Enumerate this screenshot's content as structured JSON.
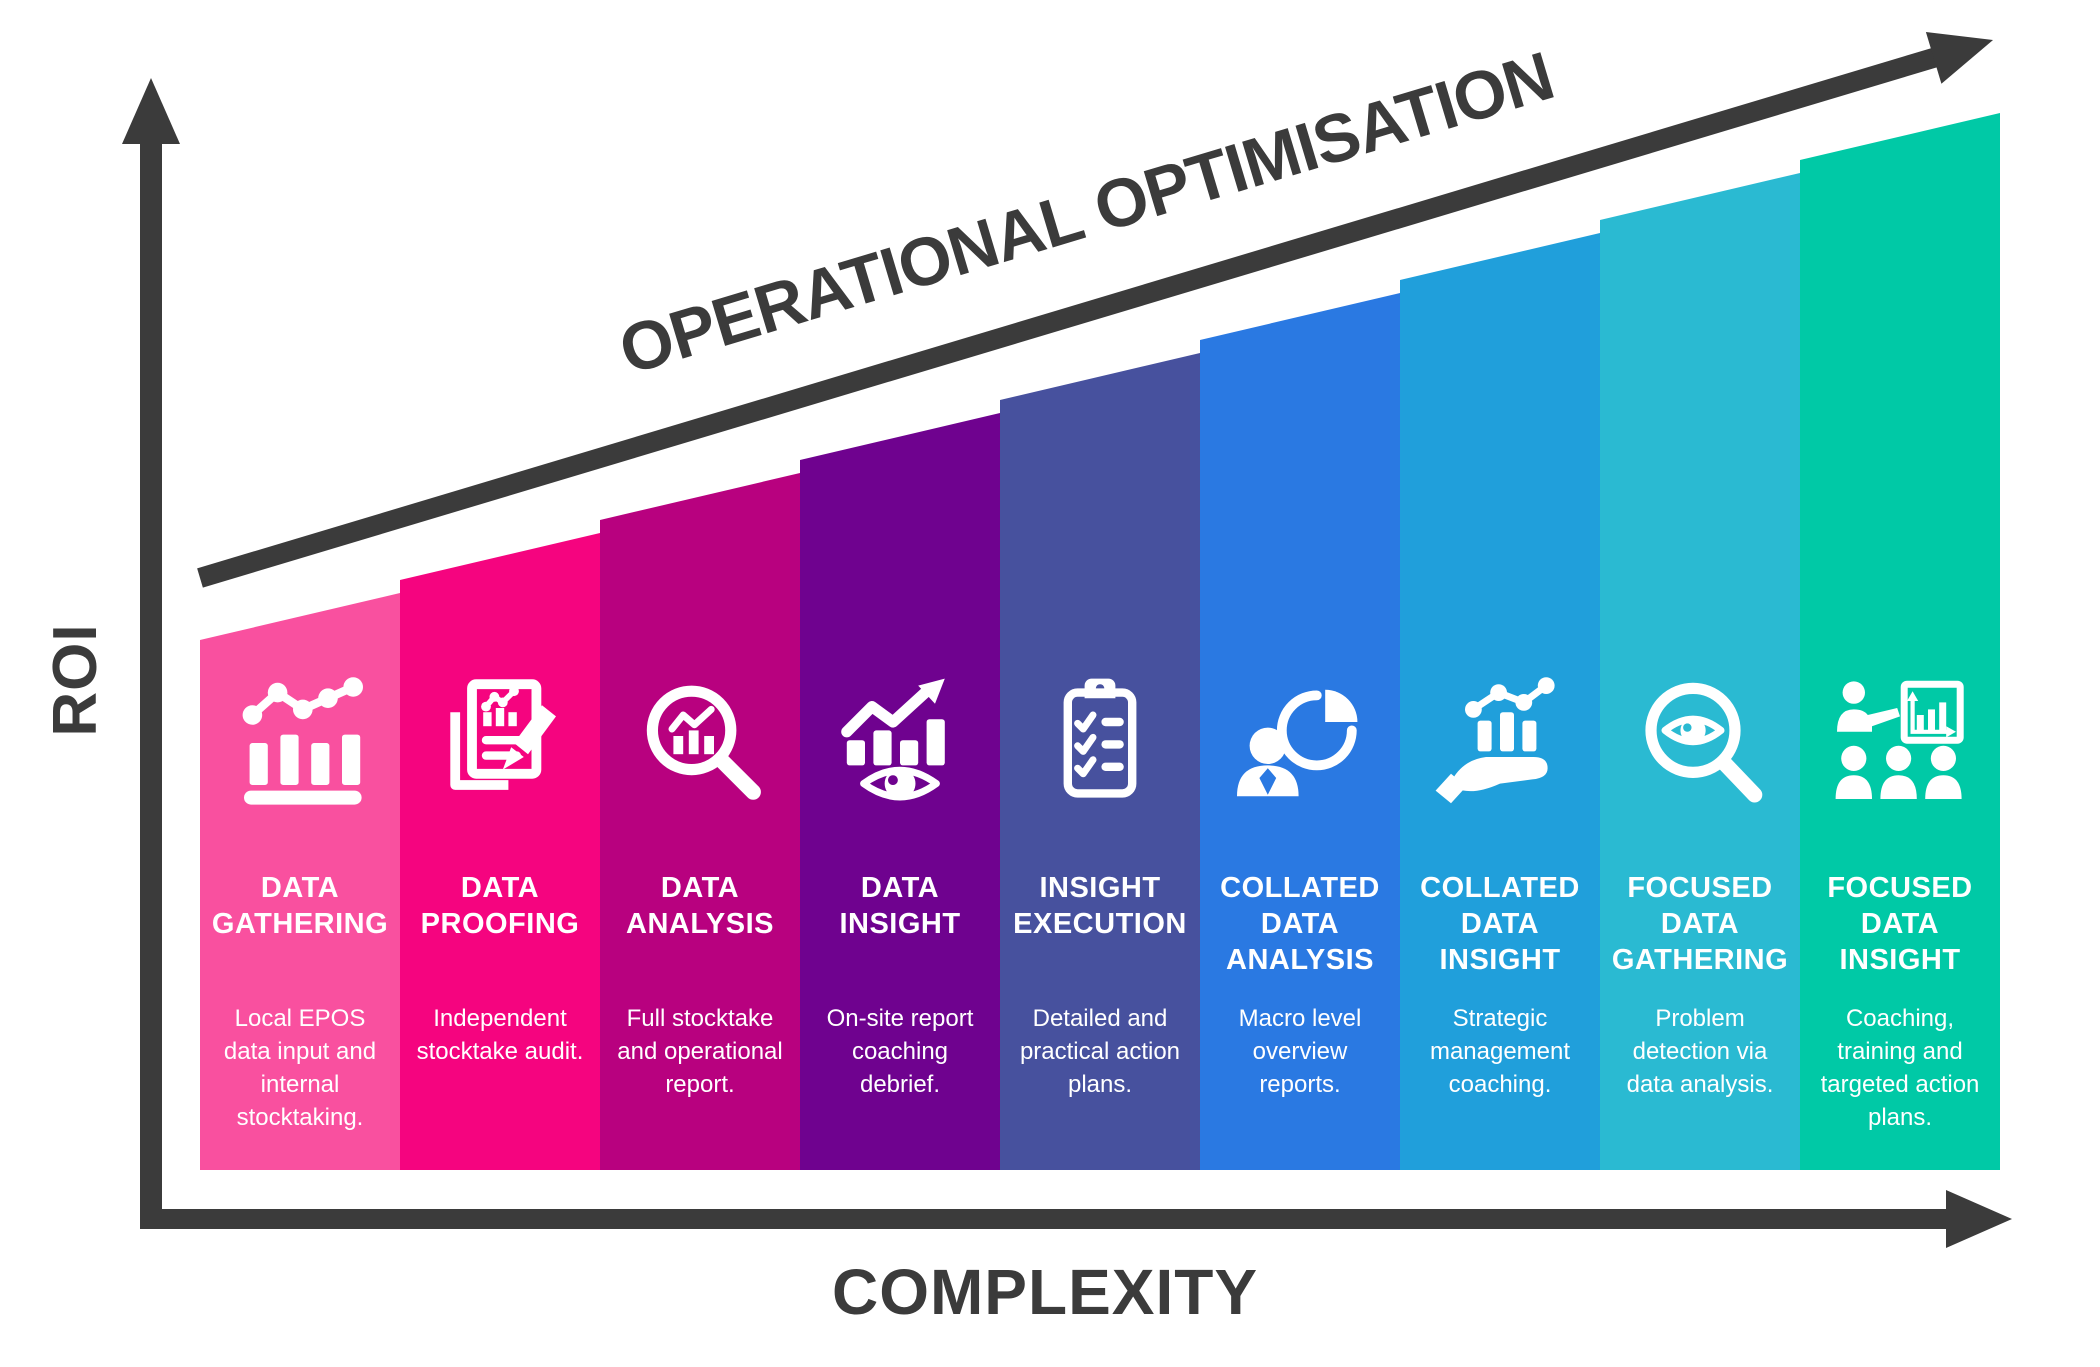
{
  "palette": {
    "axis": "#3B3B3B",
    "text_on_bars": "#FFFFFF"
  },
  "axes": {
    "y_label": "ROI",
    "x_label": "COMPLEXITY"
  },
  "headline": "OPERATIONAL OPTIMISATION",
  "steps": [
    {
      "title": "DATA GATHERING",
      "description": "Local EPOS data input and internal stocktaking.",
      "color": "#F9509F",
      "icon": "bar-chart-trend-icon"
    },
    {
      "title": "DATA PROOFING",
      "description": "Independent stocktake audit.",
      "color": "#F5047F",
      "icon": "report-edit-icon"
    },
    {
      "title": "DATA ANALYSIS",
      "description": "Full stocktake and operational report.",
      "color": "#B8017F",
      "icon": "magnifier-chart-icon"
    },
    {
      "title": "DATA INSIGHT",
      "description": "On-site report coaching debrief.",
      "color": "#6F028F",
      "icon": "eye-chart-icon"
    },
    {
      "title": "INSIGHT EXECUTION",
      "description": "Detailed and practical action plans.",
      "color": "#47519E",
      "icon": "checklist-icon"
    },
    {
      "title": "COLLATED DATA ANALYSIS",
      "description": "Macro level overview reports.",
      "color": "#2A79E2",
      "icon": "person-pie-chart-icon"
    },
    {
      "title": "COLLATED DATA INSIGHT",
      "description": "Strategic management coaching.",
      "color": "#209FDB",
      "icon": "hand-chart-icon"
    },
    {
      "title": "FOCUSED DATA GATHERING",
      "description": "Problem detection via data analysis.",
      "color": "#2ABAD2",
      "icon": "magnifier-eye-icon"
    },
    {
      "title": "FOCUSED DATA INSIGHT",
      "description": "Coaching, training and targeted action plans.",
      "color": "#00C9A6",
      "icon": "presentation-group-icon"
    }
  ]
}
